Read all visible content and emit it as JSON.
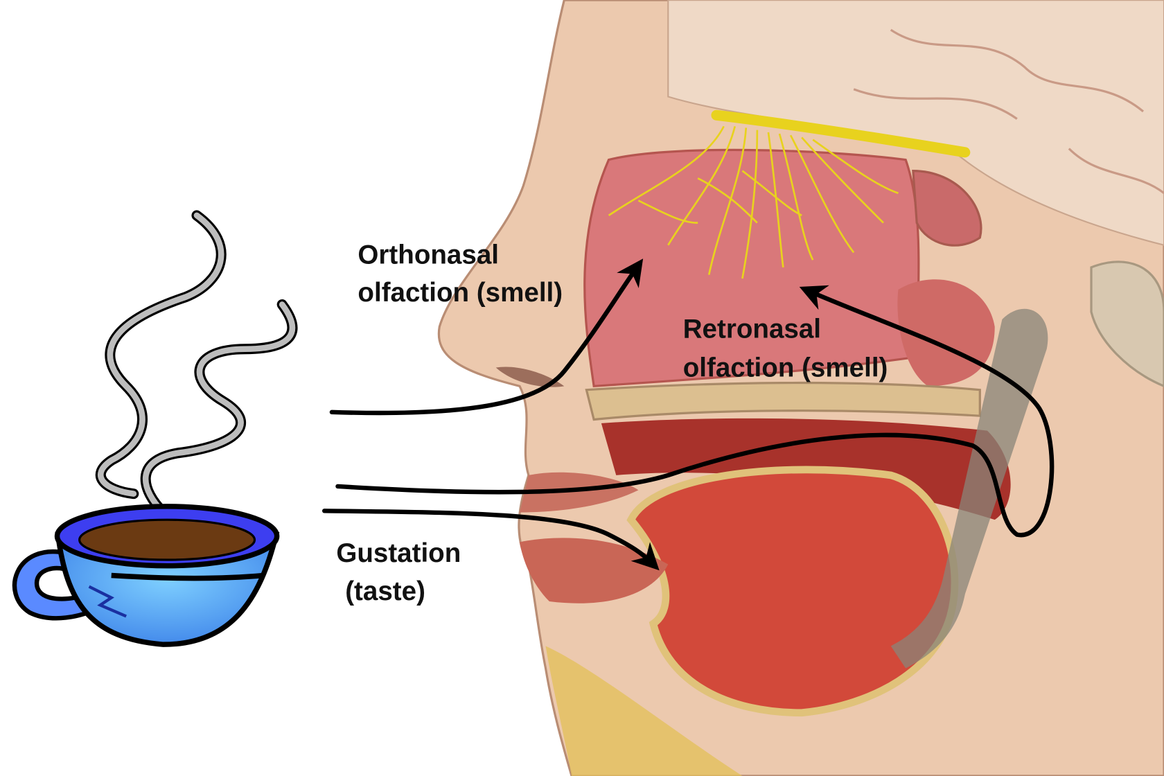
{
  "diagram": {
    "labels": {
      "orthonasal": {
        "line1": "Orthonasal",
        "line2": "olfaction (smell)"
      },
      "retronasal": {
        "line1": "Retronasal",
        "line2": "olfaction (smell)"
      },
      "gustation": {
        "line1": "Gustation",
        "line2": "(taste)"
      }
    },
    "colors": {
      "skin": "#ecc9ae",
      "cavity": "#d9787a",
      "tongue": "#d2493a",
      "nerve": "#e8d21e",
      "cup": "#3a5fe0",
      "coffee": "#6b3a12",
      "steam": "#b8b8b8",
      "arrow": "#000000"
    }
  }
}
